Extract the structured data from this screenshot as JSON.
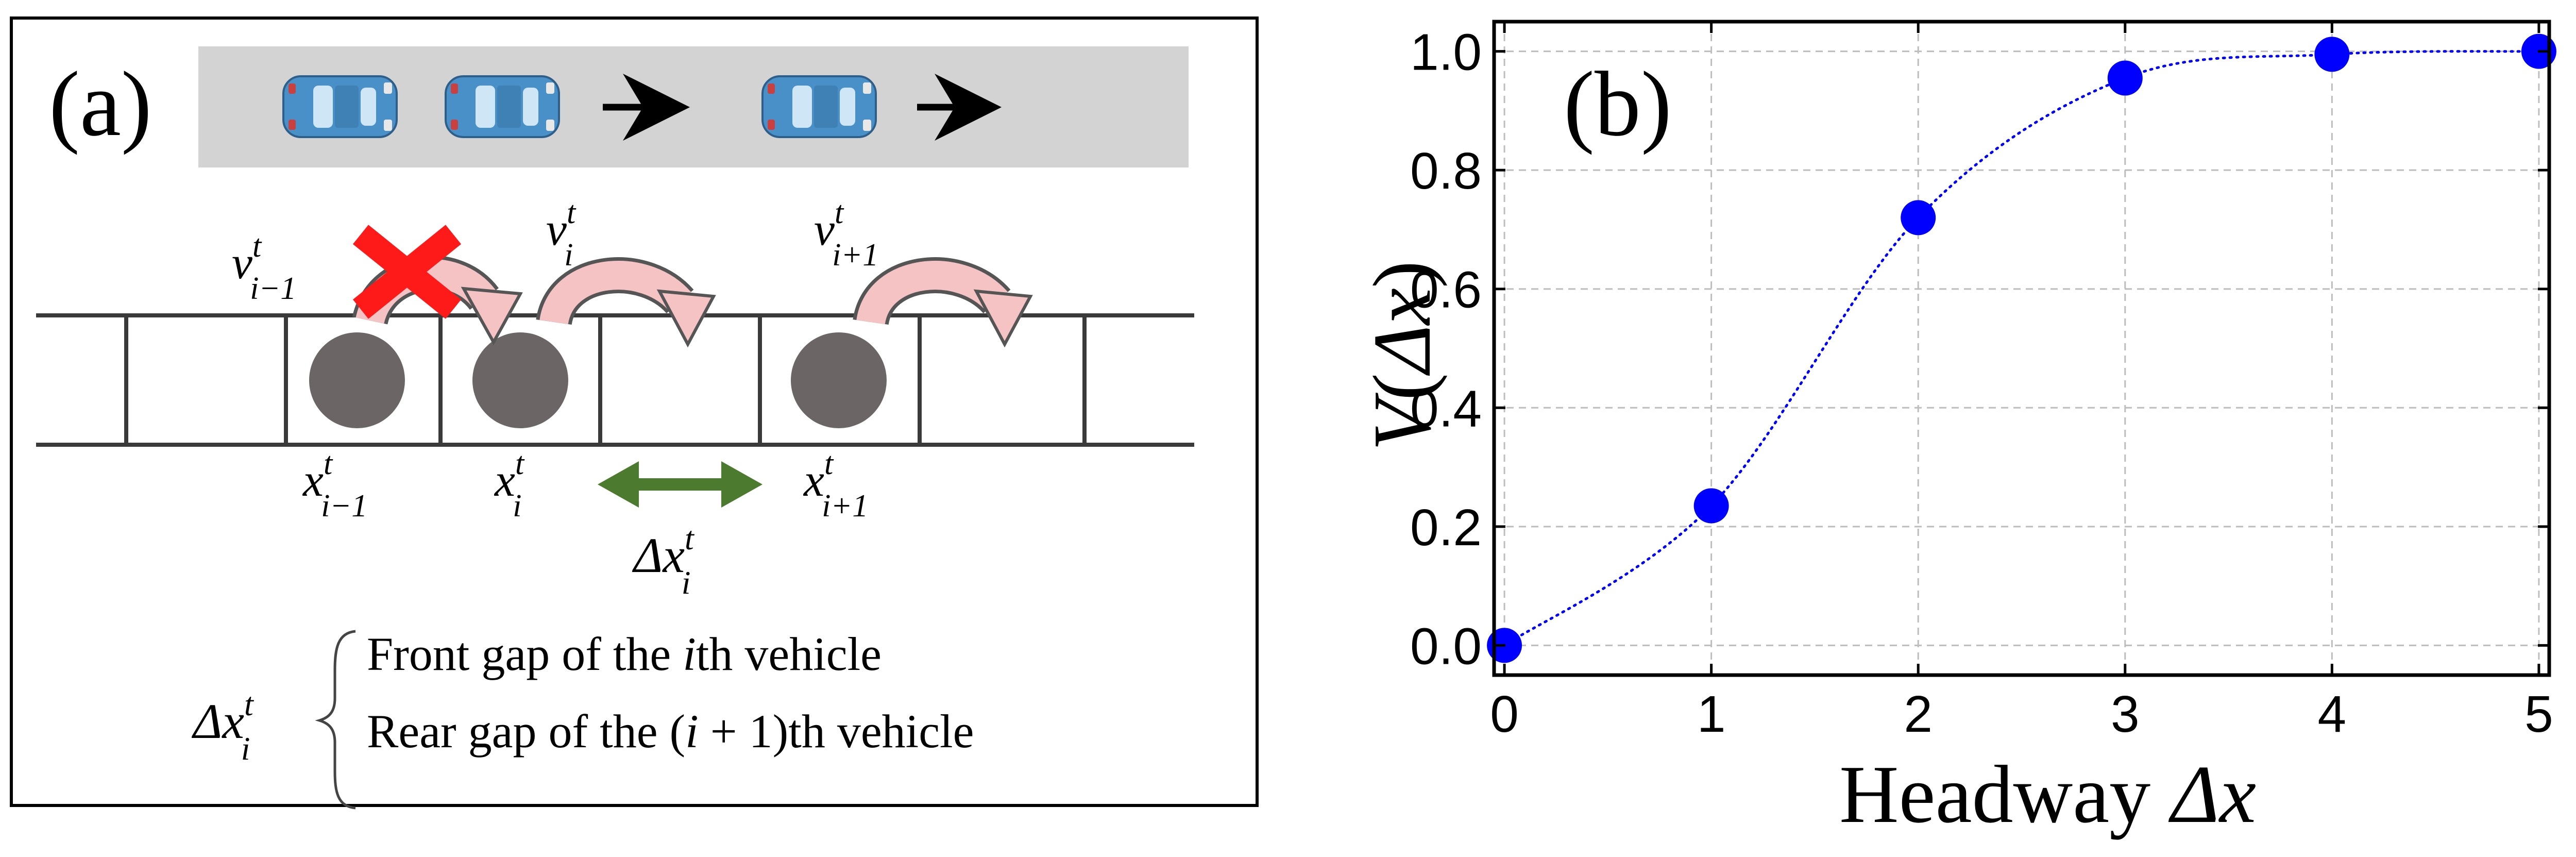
{
  "panel_a": {
    "label": "(a)",
    "velocity_labels": [
      {
        "base": "v",
        "sup": "t",
        "sub": "i−1"
      },
      {
        "base": "v",
        "sup": "t",
        "sub": "i"
      },
      {
        "base": "v",
        "sup": "t",
        "sub": "i+1"
      }
    ],
    "position_labels": [
      {
        "base": "x",
        "sup": "t",
        "sub": "i−1"
      },
      {
        "base": "x",
        "sup": "t",
        "sub": "i"
      },
      {
        "base": "x",
        "sup": "t",
        "sub": "i+1"
      }
    ],
    "gap_label": {
      "base": "Δx",
      "sup": "t",
      "sub": "i"
    },
    "legend": {
      "symbol": {
        "base": "Δx",
        "sup": "t",
        "sub": "i"
      },
      "line1": {
        "pre": "Front gap of the ",
        "var": "i",
        "post": "th vehicle"
      },
      "line2": {
        "pre": "Rear gap of the (",
        "var": "i",
        "post": " + 1)th vehicle"
      }
    },
    "colors": {
      "road": "#d3d3d3",
      "car": "#4a90c8",
      "vehicle": "#6b6566",
      "hop_arrow": "#f6c3c5",
      "blocked": "#ff1a1a",
      "gap_arrow": "#4c7a2e"
    }
  },
  "panel_b": {
    "label": "(b)",
    "chart_data": {
      "type": "scatter",
      "x": [
        0,
        1,
        2,
        3,
        4,
        5
      ],
      "y": [
        0.0,
        0.235,
        0.72,
        0.955,
        0.995,
        1.0
      ],
      "fit_line": "dotted",
      "xlabel": {
        "pre": "Headway ",
        "var": "Δx"
      },
      "ylabel": {
        "pre": "V",
        "mid": "(",
        "var": "Δx",
        "post": ")"
      },
      "xticks": [
        "0",
        "1",
        "2",
        "3",
        "4",
        "5"
      ],
      "yticks": [
        "0.0",
        "0.2",
        "0.4",
        "0.6",
        "0.8",
        "1.0"
      ],
      "xlim": [
        -0.05,
        5.05
      ],
      "ylim": [
        -0.05,
        1.05
      ],
      "grid": true,
      "color": "#0000ff"
    }
  }
}
